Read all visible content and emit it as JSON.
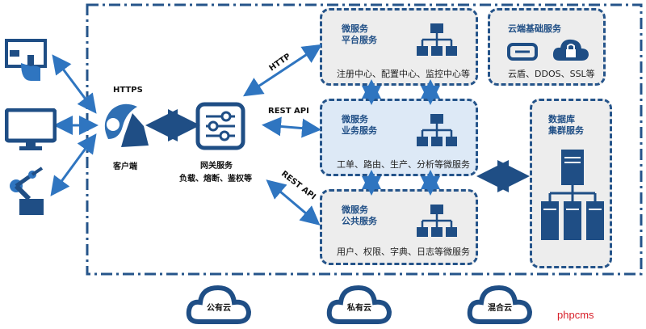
{
  "colors": {
    "primary": "#1f4e85",
    "accent": "#2f75c0",
    "box_gray": "#ededed",
    "box_blue": "#dde9f6",
    "watermark": "#d8202a"
  },
  "platform_box": {
    "title": "微服务\n平台服务",
    "desc": "注册中心、配置中心、监控中心等",
    "icon": "hierarchy-icon"
  },
  "business_box": {
    "title": "微服务\n业务服务",
    "desc": "工单、路由、生产、分析等微服务",
    "icon": "hierarchy-icon"
  },
  "public_box": {
    "title": "微服务\n公共服务",
    "desc": "用户、权限、字典、日志等微服务",
    "icon": "hierarchy-icon"
  },
  "cloud_infra_box": {
    "title": "云端基础服务",
    "desc": "云盾、DDOS、SSL等",
    "icons": [
      "link-icon",
      "cloud-lock-icon"
    ]
  },
  "database_box": {
    "title": "数据库\n集群服务",
    "icon": "server-cluster-icon"
  },
  "labels": {
    "https": "HTTPS",
    "http": "HTTP",
    "rest_api_1": "REST API",
    "rest_api_2": "REST API",
    "gateway_caption": "负载、熔断、鉴权等",
    "gateway_name": "网关服务",
    "client_caption": "客户端"
  },
  "clouds": [
    "公有云",
    "私有云",
    "混合云"
  ],
  "devices": [
    "touch-screen-icon",
    "monitor-icon",
    "robot-arm-icon"
  ],
  "watermark": "phpcms"
}
